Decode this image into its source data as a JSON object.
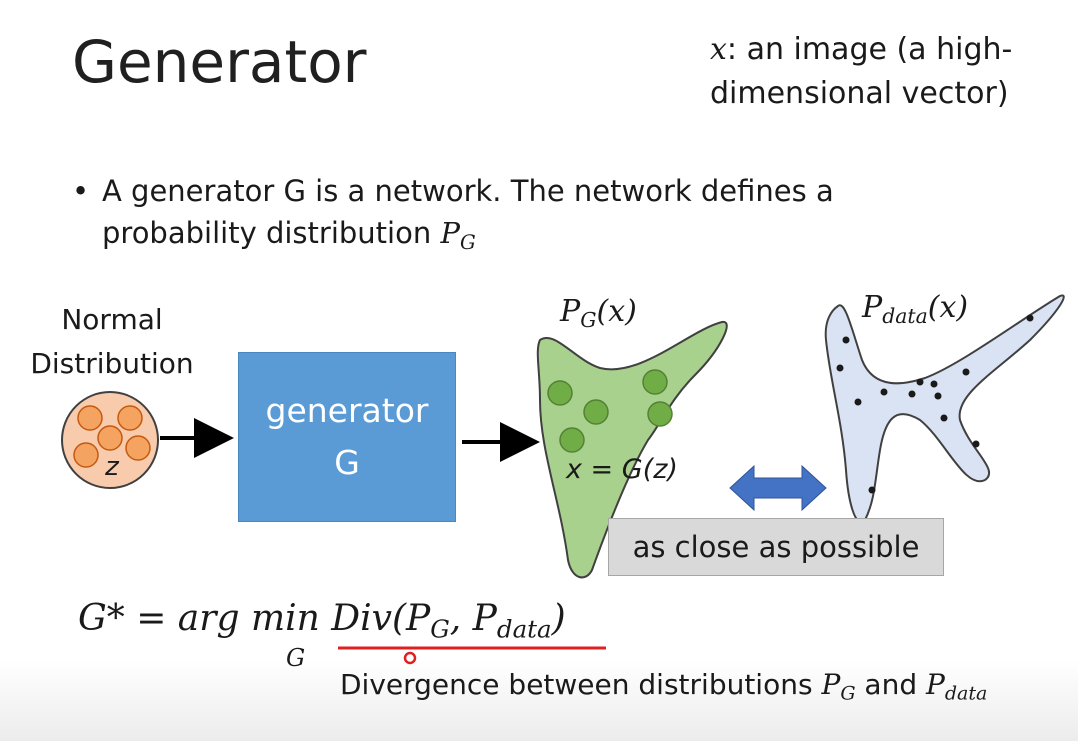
{
  "slide": {
    "title": "Generator",
    "note_var": "x",
    "note_line1": ": an image (a high-",
    "note_line2": "dimensional vector)",
    "bullet": "•",
    "bullet_text": "A generator G is a network. The network defines a probability distribution ",
    "bullet_math_P": "P",
    "bullet_math_sub": "G"
  },
  "diagram": {
    "normal_line1": "Normal",
    "normal_line2": "Distribution",
    "z_label": "z",
    "generator_line1": "generator",
    "generator_line2": "G",
    "pg_label_P": "P",
    "pg_label_sub": "G",
    "pg_label_arg": "(x)",
    "pdata_label_P": "P",
    "pdata_label_sub": "data",
    "pdata_label_arg": "(x)",
    "x_eq": "x = G(z)",
    "close_label": "as close as possible",
    "colors": {
      "generator_box": "#5b9bd5",
      "pg_shape": "#a9d18e",
      "pg_dots": "#70ad47",
      "pdata_shape": "#dae3f3",
      "z_circle": "#f8cbad",
      "z_dots": "#f4a460",
      "double_arrow": "#4472c4",
      "underline": "#e02020"
    }
  },
  "formula": {
    "lhs": "G* = arg min",
    "min_sub": "G",
    "div": "Div(P",
    "div_sub1": "G",
    "div_mid": ", P",
    "div_sub2": "data",
    "div_end": ")",
    "note_text": "Divergence between distributions ",
    "note_P1": "P",
    "note_sub1": "G",
    "note_and": " and ",
    "note_P2": "P",
    "note_sub2": "data"
  }
}
